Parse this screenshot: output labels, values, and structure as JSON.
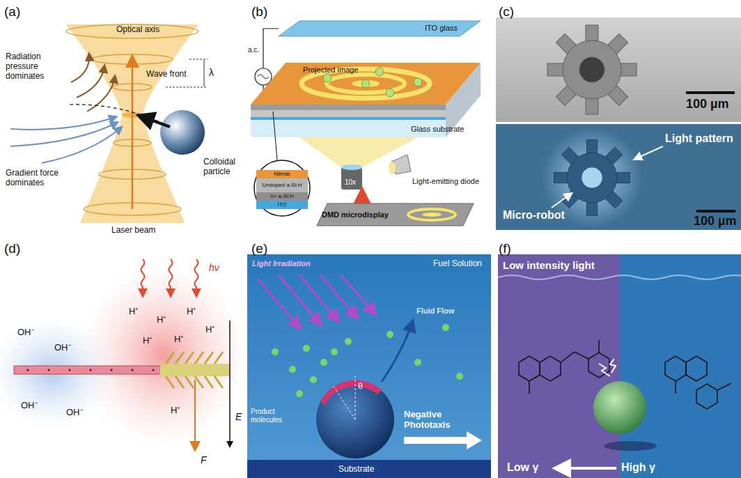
{
  "diagram": {
    "nodes": [
      {
        "text": [
          "(a)"
        ]
      },
      {
        "text": [
          "(b)"
        ]
      },
      {
        "text": [
          "Nitride"
        ],
        "in": 1
      },
      {
        "text": [
          "Undoped a-Si:H"
        ],
        "in": 1
      },
      {
        "text": [
          "n+ a-Si:H"
        ],
        "in": 1
      },
      {
        "text": [
          "ITO"
        ],
        "in": 1
      },
      {
        "text": [
          "(c)"
        ]
      },
      {
        "text": [
          "(d)"
        ]
      },
      {
        "text": [
          "(e)"
        ]
      },
      {
        "text": [
          "(f)"
        ]
      }
    ],
    "labels": [
      "Optical axis",
      "Radiation pressure dominates",
      "Wave front",
      "λ",
      "Colloidal particle",
      "Gradient force dominates",
      "Laser beam",
      "ITO glass",
      "Projected image",
      "a.c.",
      "Glass substrate",
      "10x",
      "Light-emitting diode",
      "DMD microdisplay",
      "100 µm",
      "Light pattern",
      "Micro-robot",
      "100 µm",
      "hν",
      "H⁺",
      "H⁺",
      "H⁺",
      "H⁺",
      "H⁺",
      "H⁺",
      "H⁺",
      "OH⁻",
      "OH⁻",
      "OH⁻",
      "OH⁻",
      "E",
      "F",
      "Fuel Solution",
      "Light Irradiation",
      "Fluid Flow",
      "Product molecules",
      "Negative Phototaxis",
      "Substrate",
      "θ",
      "Low intensity light",
      "Low γ",
      "High γ"
    ]
  }
}
